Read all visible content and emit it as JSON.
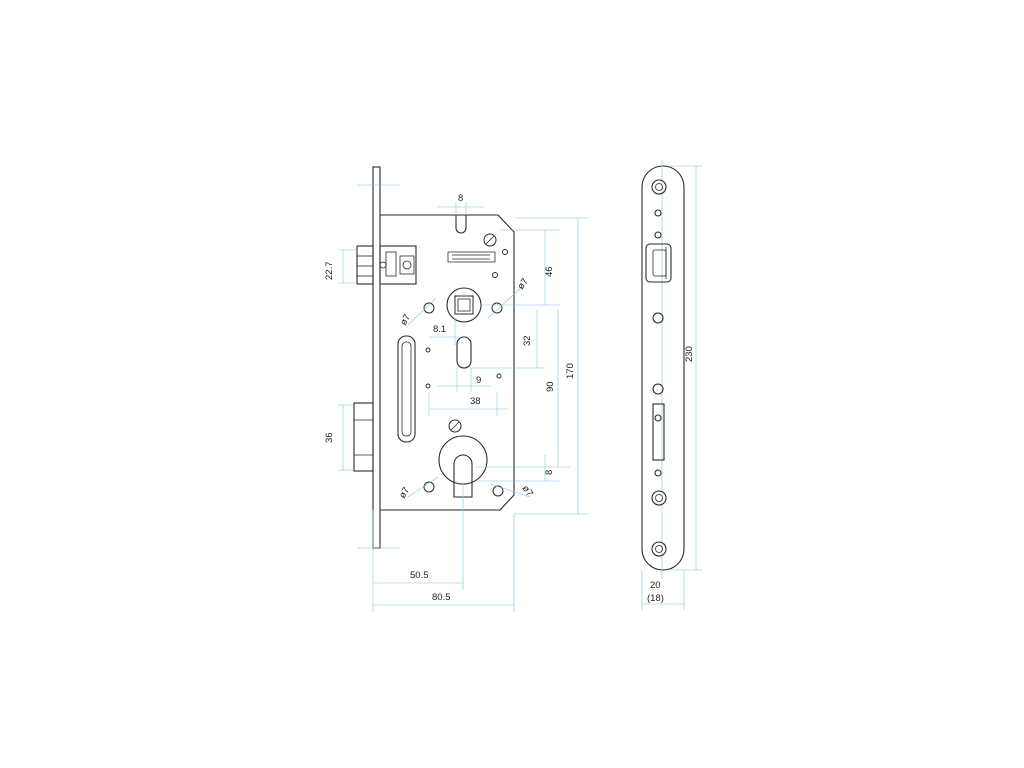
{
  "colors": {
    "outline": "#2a2a2a",
    "dimension_line": "#7fc6de",
    "background": "#ffffff"
  },
  "lock_body": {
    "dimensions": {
      "handle_slot_width": "8",
      "latch_height": "22.7",
      "latch_to_follower": "46",
      "screw_dia_top_left": "ø7",
      "screw_dia_top_right": "ø7",
      "follower_square": "8.1",
      "slot_height": "32",
      "slot_width": "9",
      "follower_to_slot": "38",
      "follower_to_cylinder": "90",
      "body_height": "170",
      "bolt_height": "36",
      "cylinder_offset": "8",
      "screw_dia_bottom_left": "ø7",
      "screw_dia_bottom_right": "ø7",
      "backset": "50.5",
      "body_depth": "80.5"
    }
  },
  "faceplate": {
    "dimensions": {
      "length": "230",
      "width": "20",
      "width_alt": "(18)"
    }
  }
}
